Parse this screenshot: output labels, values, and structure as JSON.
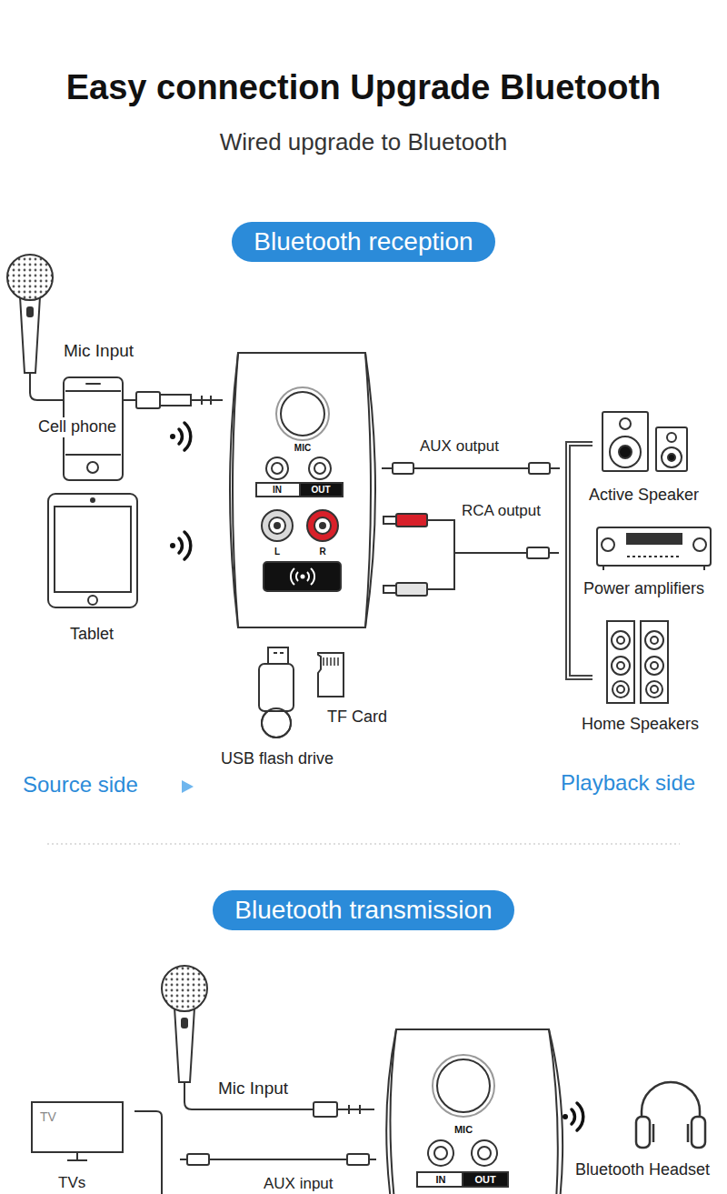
{
  "diagram": {
    "title": "Easy connection  Upgrade Bluetooth",
    "nodes": [
      {
        "text": [
          "Bluetooth reception"
        ]
      },
      {
        "text": [
          "MIC",
          "IN",
          "OUT",
          "L",
          "R"
        ]
      },
      {
        "text": [
          "Bluetooth transmission"
        ]
      },
      {
        "text": [
          "MIC",
          "IN",
          "OUT"
        ]
      }
    ],
    "labels": [
      "Wired upgrade to Bluetooth",
      "Mic Input",
      "Cell phone",
      "Tablet",
      "AUX output",
      "RCA output",
      "Active Speaker",
      "Power amplifiers",
      "Home Speakers",
      "TF Card",
      "USB flash drive",
      "Source side",
      "Playback side",
      "Mic Input",
      "TV",
      "TVs",
      "AUX input",
      "Bluetooth Headset"
    ]
  }
}
